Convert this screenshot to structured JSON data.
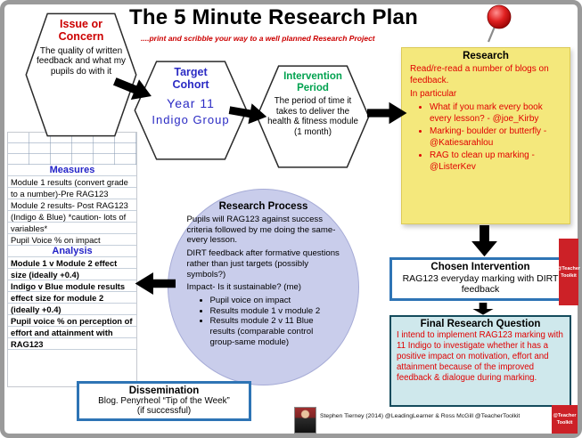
{
  "page": {
    "title": "The 5 Minute Research Plan",
    "subtitle": "....print and scribble your way to a well planned Research Project"
  },
  "issue": {
    "title": "Issue or Concern",
    "body": "The quality of written feedback and what my pupils do with it"
  },
  "cohort": {
    "title": "Target Cohort",
    "year": "Year 11",
    "group": "Indigo Group"
  },
  "intervention_period": {
    "title": "Intervention Period",
    "body": "The period of time it takes to deliver the health & fitness module (1 month)"
  },
  "research_note": {
    "title": "Research",
    "intro": "Read/re-read a number of blogs on feedback.",
    "intro2": "In particular",
    "bullets": [
      "What if you mark every book every lesson? - @joe_Kirby",
      "Marking- boulder or butterfly - @Katiesarahlou",
      "RAG to clean up marking - @ListerKev"
    ]
  },
  "chosen_intervention": {
    "title": "Chosen Intervention",
    "body": "RAG123 everyday marking with DIRT feedback"
  },
  "final_question": {
    "title": "Final Research Question",
    "body": "I intend to implement RAG123 marking with 11 Indigo to investigate whether it has a positive impact on motivation, effort and attainment because of the improved feedback & dialogue during marking."
  },
  "research_process": {
    "title": "Research Process",
    "para1": "Pupils will RAG123 against success criteria followed by me doing the same- every lesson.",
    "para2": "DIRT feedback after formative questions rather than just targets (possibly symbols?)",
    "para3": "Impact- Is it sustainable? (me)",
    "bullets": [
      "Pupil voice on impact",
      "Results module 1 v module 2",
      "Results module 2 v 11 Blue results (comparable control group-same module)"
    ]
  },
  "measures": {
    "title": "Measures",
    "items": [
      "Module 1 results (convert grade to a number)-Pre RAG123",
      "Module 2 results- Post RAG123 (Indigo & Blue) *caution- lots of variables*",
      "Pupil Voice % on impact"
    ],
    "analysis_title": "Analysis",
    "analysis_items": [
      "Module 1 v Module 2 effect size (ideally +0.4)",
      "Indigo v Blue module results effect size for module 2 (ideally +0.4)",
      "Pupil voice % on perception of effort and attainment with RAG123"
    ]
  },
  "dissemination": {
    "title": "Dissemination",
    "line1": "Blog.  Penyrheol “Tip of the Week”",
    "line2": "(if successful)"
  },
  "footer": {
    "credit": "Stephen Tierney (2014)   @LeadingLearner  & Ross McGill @TeacherToolkit"
  },
  "brand": {
    "line1": "@Teacher",
    "line2": "Toolkit"
  },
  "colors": {
    "accent_red": "#cc0000",
    "cohort_blue": "#2b2bc4",
    "period_green": "#00a24f",
    "note_yellow": "#f4e87c",
    "ellipse_lavender": "#c9cdeb",
    "box_border_blue": "#2e74b5",
    "final_box_fill": "#cfe8ec",
    "brand_red": "#cc2127"
  }
}
